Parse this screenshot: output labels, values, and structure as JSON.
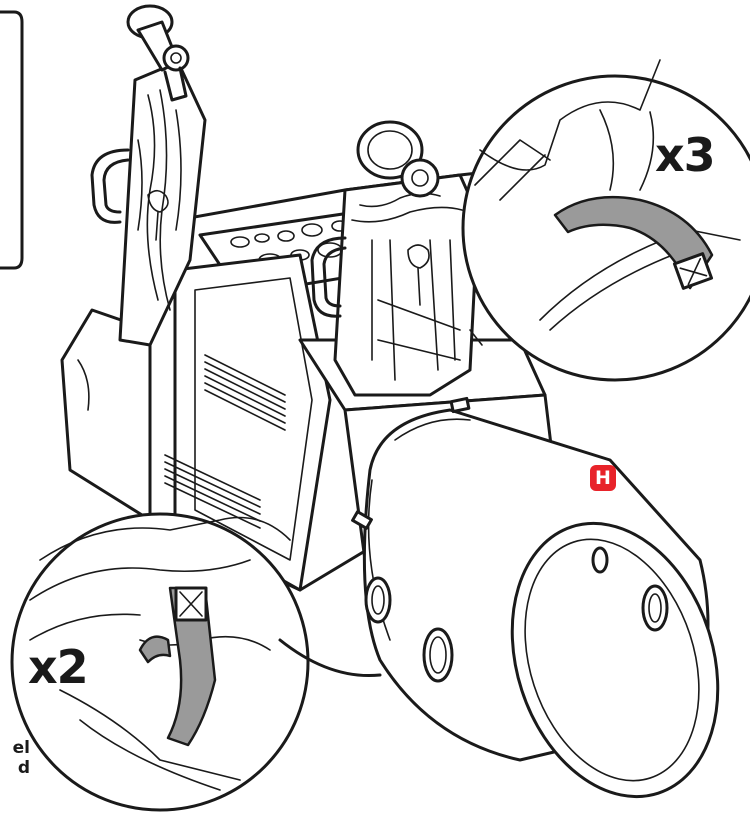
{
  "callouts": {
    "top_right_count": "x3",
    "bottom_left_count": "x2"
  },
  "label_badge": {
    "letter": "H",
    "color": "#e8232a"
  },
  "cropped_text": {
    "line1": "el",
    "line2": "d"
  },
  "colors": {
    "line": "#1a1a1a",
    "strap_fill": "#9a9a9a",
    "background": "#ffffff"
  }
}
